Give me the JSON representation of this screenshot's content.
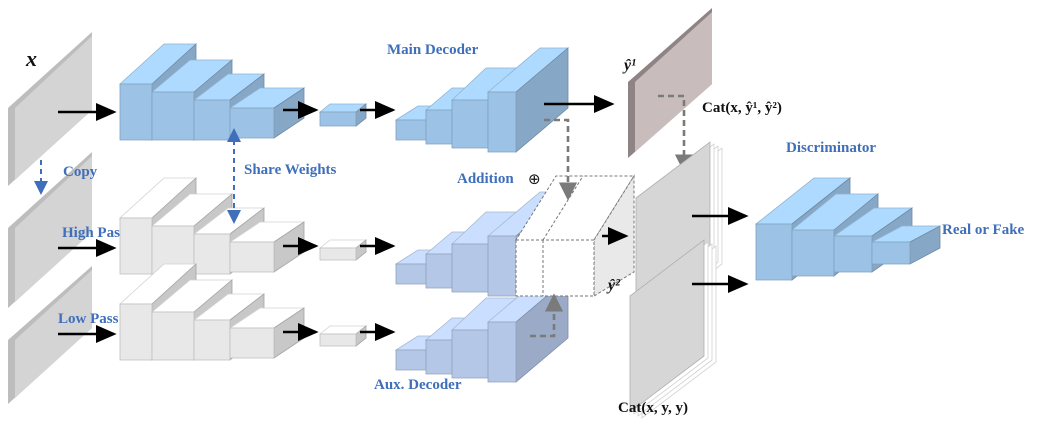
{
  "labels": {
    "input": "x",
    "copy": "Copy",
    "share_weights": "Share Weights",
    "high_pass": "High Pass",
    "low_pass": "Low Pass",
    "main_decoder": "Main Decoder",
    "aux_decoder": "Aux. Decoder",
    "addition": "Addition",
    "addition_symbol": "⊕",
    "y_hat_1": "ŷ¹",
    "y_hat_2": "ŷ²",
    "cat_top": "Cat(x, ŷ¹, ŷ²)",
    "cat_bottom": "Cat(x, y, y)",
    "discriminator": "Discriminator",
    "real_or_fake": "Real or Fake"
  },
  "colors": {
    "encoder_blue": "#9cc3e6",
    "decoder_blue": "#9cc3e6",
    "aux_lavender": "#b4c7e7",
    "gray_block": "#e8e8e8",
    "label_blue": "#3f6fba",
    "output_mauve": "#c9bcbc"
  }
}
